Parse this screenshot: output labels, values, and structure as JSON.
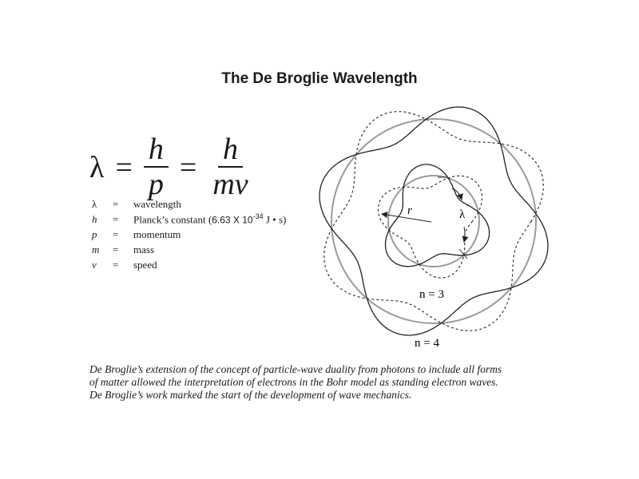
{
  "title": "The De Broglie Wavelength",
  "equation": {
    "lhs": "λ",
    "eq": "=",
    "frac1": {
      "num": "h",
      "den": "p"
    },
    "frac2": {
      "num": "h",
      "den": "mv"
    }
  },
  "legend": [
    {
      "symbol": "λ",
      "eq": "=",
      "desc": "wavelength"
    },
    {
      "symbol": "h",
      "eq": "=",
      "desc": "Planck’s constant (",
      "value": "6.63 X 10",
      "exp": "-34",
      "unit": " J • s)"
    },
    {
      "symbol": "p",
      "eq": "=",
      "desc": "momentum"
    },
    {
      "symbol": "m",
      "eq": "=",
      "desc": "mass"
    },
    {
      "symbol": "v",
      "eq": "=",
      "desc": "speed"
    }
  ],
  "diagram": {
    "r_label": "r",
    "lambda_label": "λ",
    "n3_label": "n = 3",
    "n4_label": "n = 4"
  },
  "caption": [
    "De Broglie’s extension of the concept of particle-wave duality from photons to include all forms",
    "of matter allowed the interpretation of electrons in the Bohr model as standing electron waves.",
    "De Broglie’s work marked the start of the development of wave mechanics."
  ],
  "colors": {
    "text": "#1a1a1a",
    "circle": "#9a9a9a",
    "wave": "#222222"
  }
}
